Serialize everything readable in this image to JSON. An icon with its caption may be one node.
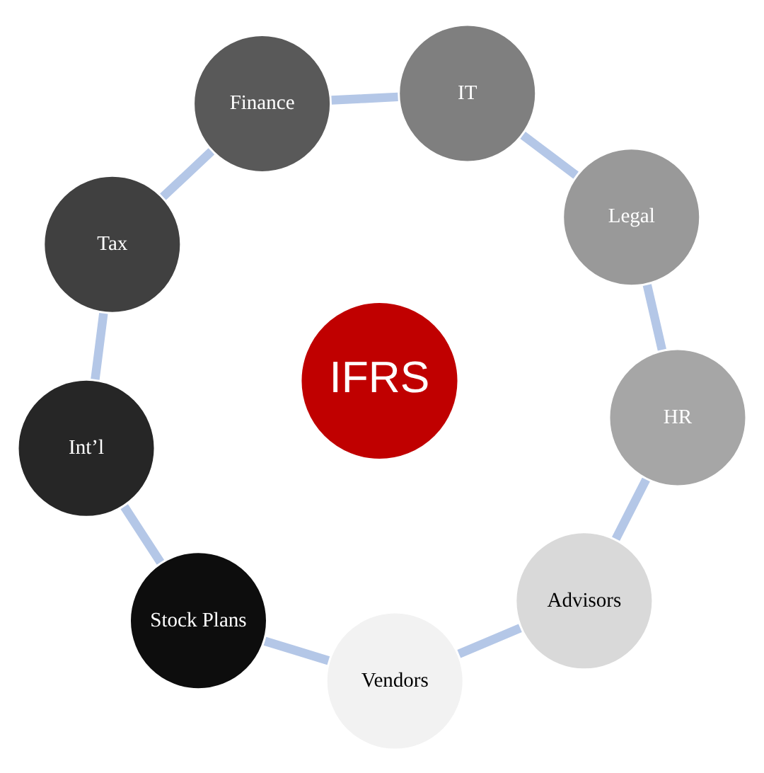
{
  "diagram": {
    "nodes": [
      {
        "text": [
          "Finance"
        ]
      },
      {
        "text": [
          "IT"
        ]
      },
      {
        "text": [
          "Tax"
        ]
      },
      {
        "text": [
          "Int’l"
        ]
      },
      {
        "text": [
          "Legal"
        ]
      },
      {
        "text": [
          "IFRS"
        ]
      },
      {
        "text": [
          "Stock Plans"
        ]
      },
      {
        "text": [
          "HR"
        ]
      },
      {
        "text": [
          "Advisors"
        ]
      },
      {
        "text": [
          "Vendors"
        ]
      }
    ],
    "edges": [
      {
        "from": 0,
        "to": 2,
        "arrow": "none"
      },
      {
        "from": 2,
        "to": 3,
        "arrow": "none"
      },
      {
        "from": 3,
        "to": 6,
        "arrow": "none"
      },
      {
        "from": 6,
        "to": 9,
        "arrow": "none"
      },
      {
        "from": 9,
        "to": 8,
        "arrow": "none"
      },
      {
        "from": 8,
        "to": 7,
        "arrow": "none"
      },
      {
        "from": 7,
        "to": 4,
        "arrow": "none"
      },
      {
        "from": 4,
        "to": 1,
        "arrow": "none"
      },
      {
        "from": 1,
        "to": 0,
        "arrow": "none"
      }
    ]
  }
}
